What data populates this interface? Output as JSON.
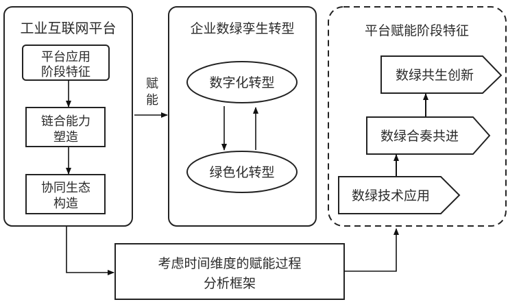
{
  "diagram": {
    "left_panel": {
      "title": "工业互联网平台",
      "boxes": [
        {
          "lines": [
            "平台应用",
            "阶段特征"
          ]
        },
        {
          "lines": [
            "链合能力",
            "塑造"
          ]
        },
        {
          "lines": [
            "协同生态",
            "构造"
          ]
        }
      ]
    },
    "enable_label": [
      "赋",
      "能"
    ],
    "middle_panel": {
      "title": "企业数绿孪生转型",
      "nodes": [
        {
          "label": "数字化转型"
        },
        {
          "label": "绿色化转型"
        }
      ]
    },
    "right_panel": {
      "title": "平台赋能阶段特征",
      "stages": [
        {
          "label": "数绿共生创新"
        },
        {
          "label": "数绿合奏共进"
        },
        {
          "label": "数绿技术应用"
        }
      ]
    },
    "bottom_box": {
      "lines": [
        "考虑时间维度的赋能过程",
        "分析框架"
      ]
    }
  }
}
